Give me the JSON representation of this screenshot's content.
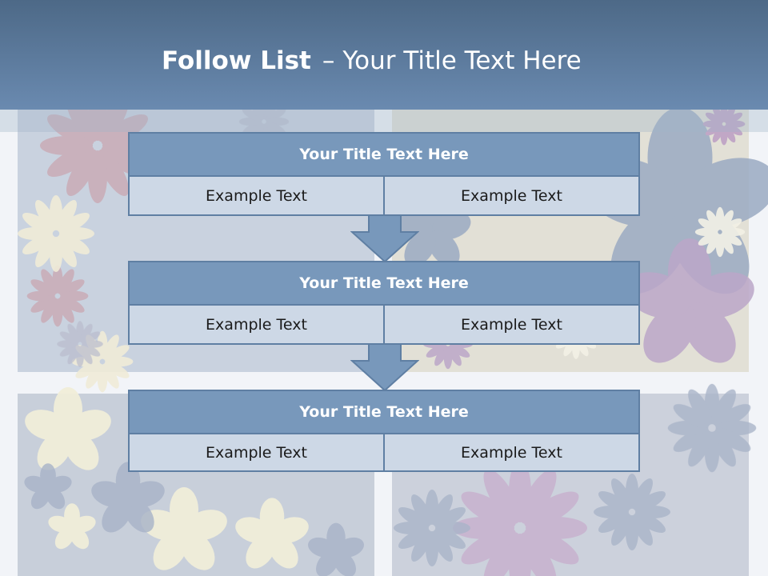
{
  "slide": {
    "title_bold": "Follow List",
    "title_dash": "–",
    "title_rest": "Your Title Text Here"
  },
  "blocks": [
    {
      "title": "Your Title Text Here",
      "left": "Example Text",
      "right": "Example Text"
    },
    {
      "title": "Your Title Text Here",
      "left": "Example Text",
      "right": "Example Text"
    },
    {
      "title": "Your Title Text Here",
      "left": "Example Text",
      "right": "Example Text"
    }
  ],
  "colors": {
    "header": "#5e7ea3",
    "block_title": "#7898bb",
    "block_cell": "#cdd8e6",
    "arrow": "#7898bb"
  }
}
